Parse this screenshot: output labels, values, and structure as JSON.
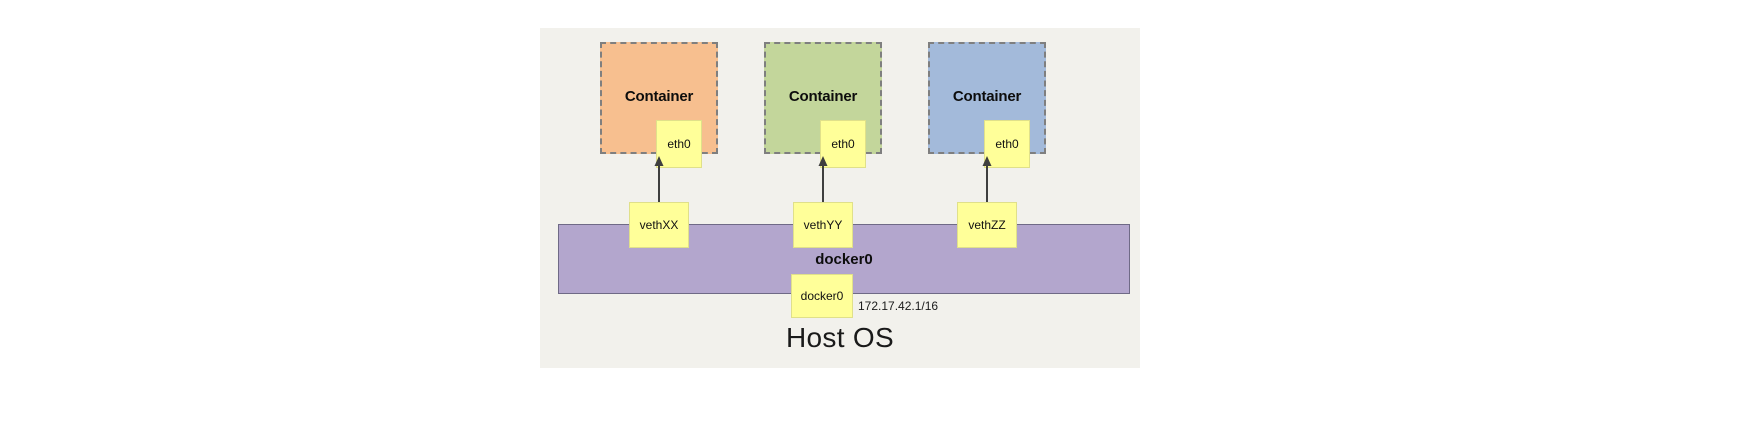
{
  "diagram": {
    "type": "docker-networking-architecture",
    "caption": "Host OS",
    "panel_bg": "#f2f1ec",
    "containers": [
      {
        "title": "Container",
        "interface": "eth0",
        "color": "#f7bf8f",
        "border": "#7f7f7f"
      },
      {
        "title": "Container",
        "interface": "eth0",
        "color": "#c3d69b",
        "border": "#7f7f7f"
      },
      {
        "title": "Container",
        "interface": "eth0",
        "color": "#a3bada",
        "border": "#7f7f7f"
      }
    ],
    "veth_pairs": [
      {
        "label": "vethXX"
      },
      {
        "label": "vethYY"
      },
      {
        "label": "vethZZ"
      }
    ],
    "bridge": {
      "name": "docker0",
      "interface": "docker0",
      "ip": "172.17.42.1/16",
      "color": "#b3a6cd",
      "border": "#6f6a86"
    },
    "chip_color": "#ffff99",
    "arrow_color": "#3f3f3f"
  }
}
